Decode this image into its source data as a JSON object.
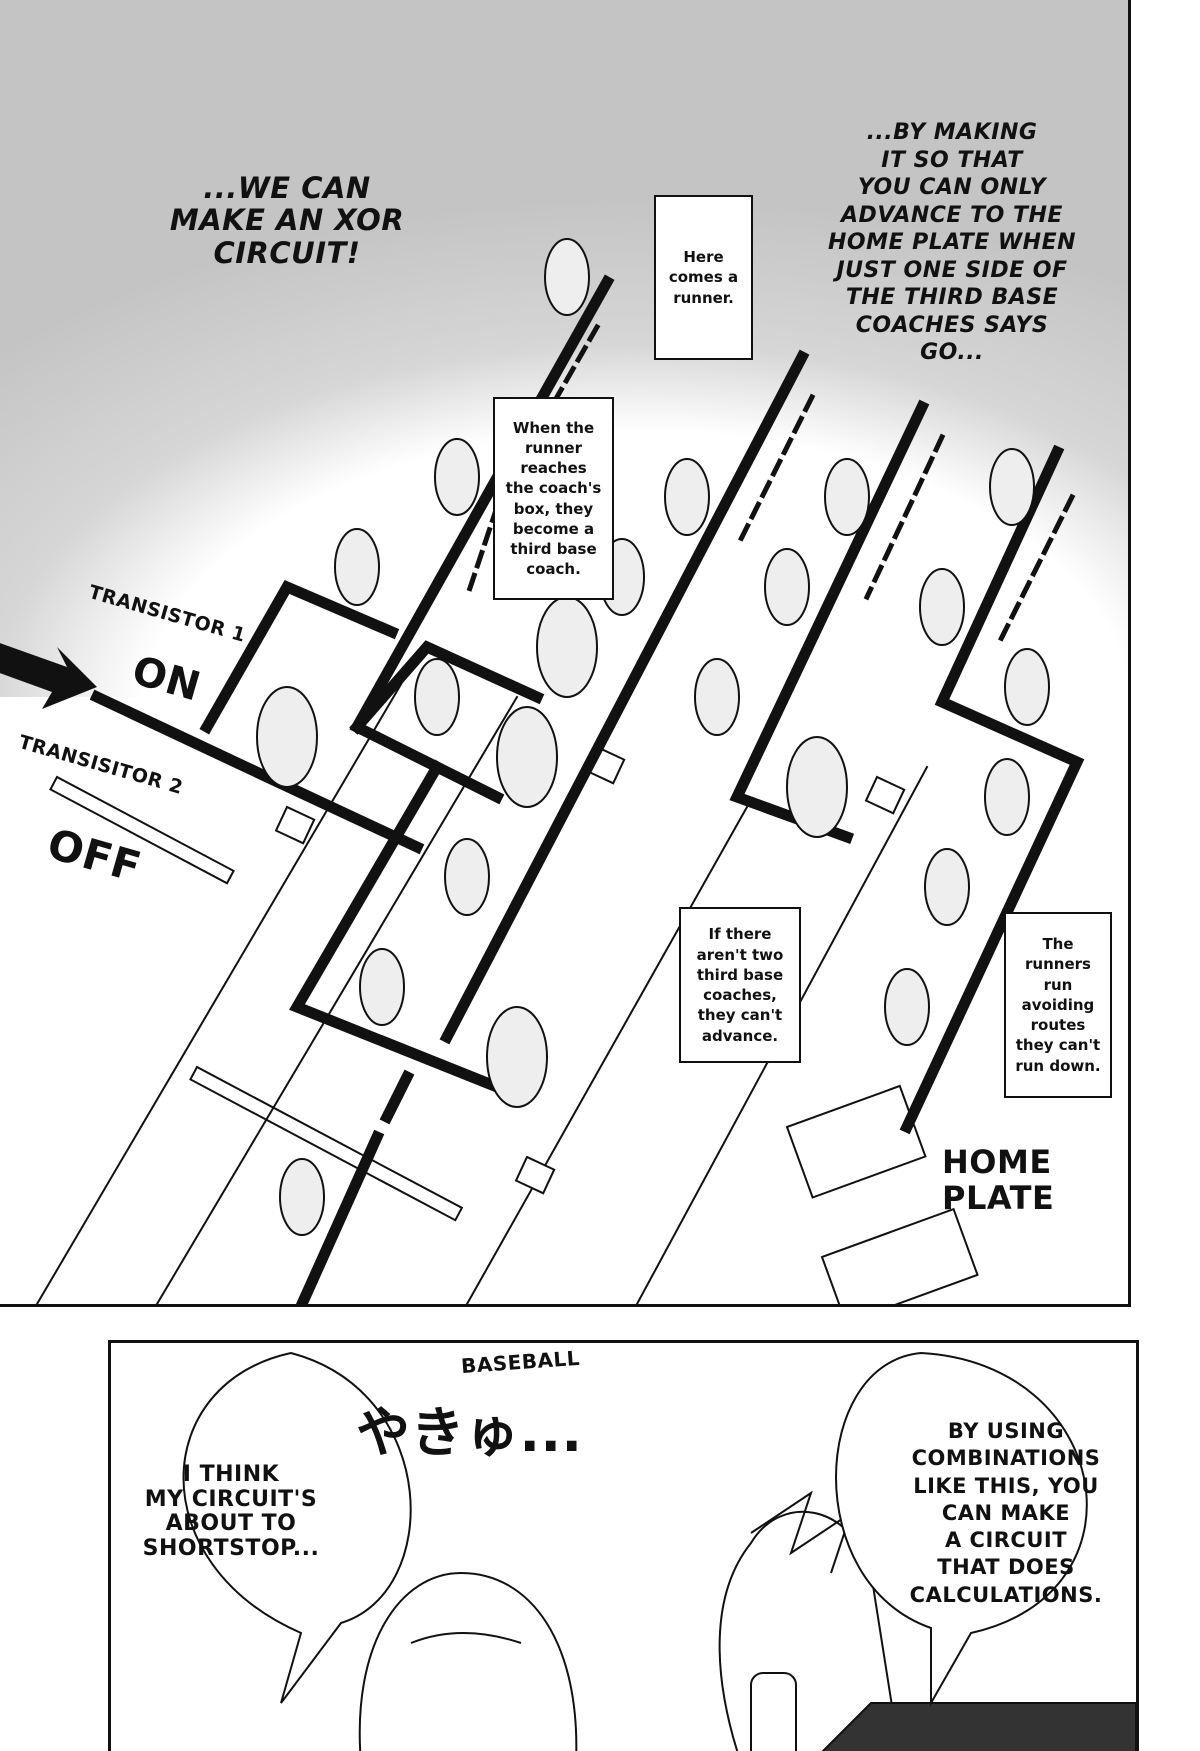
{
  "top_panel": {
    "narration_left": [
      "...WE CAN",
      "MAKE AN XOR",
      "CIRCUIT!"
    ],
    "narration_right": [
      "...BY MAKING",
      "IT SO THAT",
      "YOU CAN ONLY",
      "ADVANCE TO THE",
      "HOME PLATE WHEN",
      "JUST ONE SIDE OF",
      "THE THIRD BASE",
      "COACHES SAYS",
      "GO..."
    ],
    "box_runner": [
      "Here",
      "comes a",
      "runner."
    ],
    "box_coach": [
      "When the",
      "runner",
      "reaches",
      "the coach's",
      "box, they",
      "become a",
      "third base",
      "coach."
    ],
    "box_advance": [
      "If there",
      "aren't two",
      "third base",
      "coaches,",
      "they can't",
      "advance."
    ],
    "box_routes": [
      "The",
      "runners",
      "run",
      "avoiding",
      "routes",
      "they can't",
      "run down."
    ],
    "transistor1_label": "TRANSISTOR 1",
    "transistor1_state": "ON",
    "transistor2_label": "TRANSISITOR 2",
    "transistor2_state": "OFF",
    "home_plate": [
      "HOME",
      "PLATE"
    ]
  },
  "bottom_panel": {
    "girl_bubble": [
      "I THINK",
      "MY CIRCUIT'S",
      "ABOUT TO",
      "SHORTSTOP..."
    ],
    "sfx": "やきゅ...",
    "sfx_translation": "BASEBALL",
    "boy_bubble": [
      "BY USING",
      "COMBINATIONS",
      "LIKE THIS, YOU",
      "CAN MAKE",
      "A CIRCUIT",
      "THAT DOES",
      "CALCULATIONS."
    ]
  }
}
